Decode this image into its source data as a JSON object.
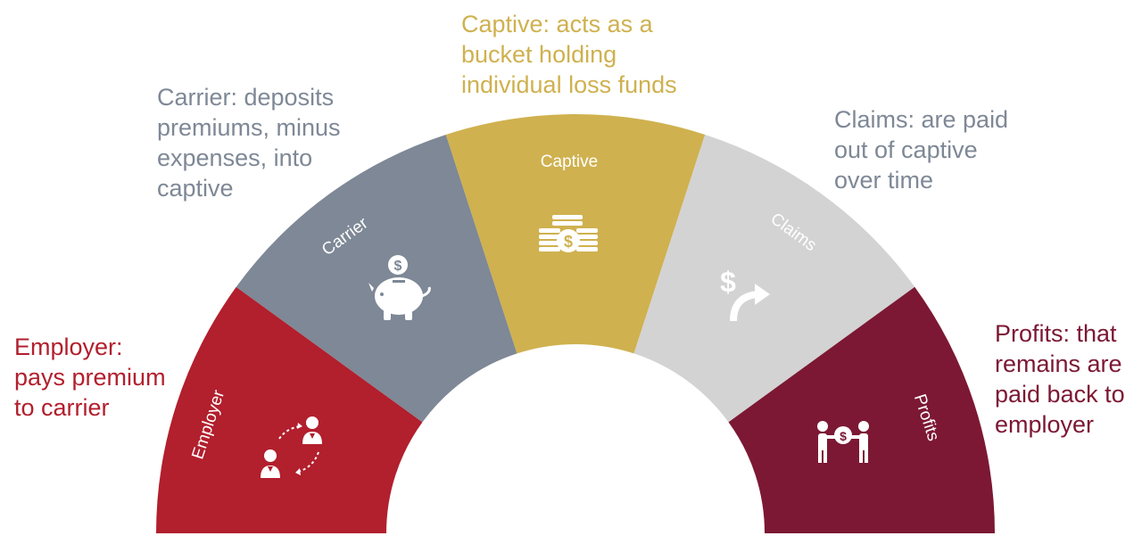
{
  "colors": {
    "employer": "#b21f2d",
    "carrier": "#7e8896",
    "captive": "#cfb14f",
    "claims": "#d3d3d3",
    "profits": "#7c1834",
    "icon": "#ffffff"
  },
  "segments": [
    {
      "key": "employer",
      "label": "Employer",
      "icon": "people-exchange-icon"
    },
    {
      "key": "carrier",
      "label": "Carrier",
      "icon": "piggy-bank-icon"
    },
    {
      "key": "captive",
      "label": "Captive",
      "icon": "coin-stack-icon"
    },
    {
      "key": "claims",
      "label": "Claims",
      "icon": "dollar-arrow-icon"
    },
    {
      "key": "profits",
      "label": "Profits",
      "icon": "handshake-money-icon"
    }
  ],
  "descriptions": {
    "employer": [
      "Employer:",
      "pays premium",
      "to carrier"
    ],
    "carrier": [
      "Carrier: deposits",
      "premiums, minus",
      "expenses, into",
      "captive"
    ],
    "captive": [
      "Captive: acts as a",
      "bucket holding",
      "individual loss funds"
    ],
    "claims": [
      "Claims: are paid",
      "out of captive",
      "over time"
    ],
    "profits": [
      "Profits: that",
      "remains are",
      "paid back to",
      "employer"
    ]
  }
}
